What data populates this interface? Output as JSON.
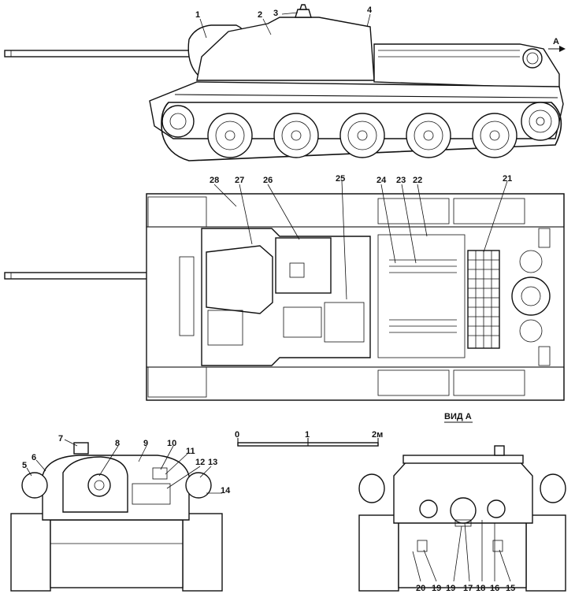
{
  "view_title": "ВИД А",
  "arrow_label": "A",
  "scale": {
    "ticks": [
      "0",
      "1",
      "2м"
    ]
  },
  "callouts": {
    "n1": "1",
    "n2": "2",
    "n3": "3",
    "n4": "4",
    "n5": "5",
    "n6": "6",
    "n7": "7",
    "n8": "8",
    "n9": "9",
    "n10": "10",
    "n11": "11",
    "n12": "12",
    "n13": "13",
    "n14": "14",
    "n15": "15",
    "n16": "16",
    "n17": "17",
    "n18": "18",
    "n19": "19",
    "n19b": "19",
    "n20": "20",
    "n21": "21",
    "n22": "22",
    "n23": "23",
    "n24": "24",
    "n25": "25",
    "n26": "26",
    "n27": "27",
    "n28": "28"
  }
}
